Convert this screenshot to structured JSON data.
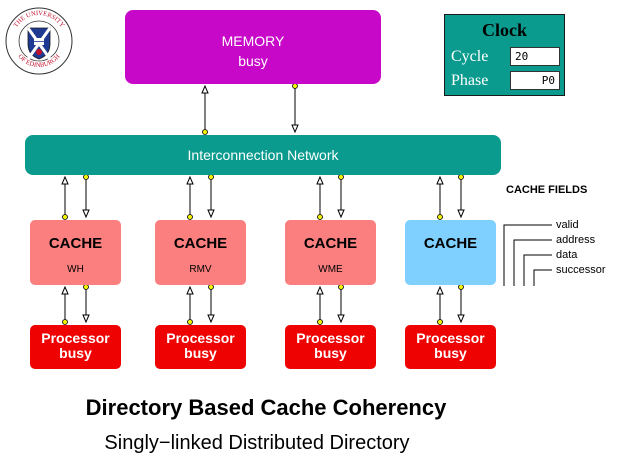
{
  "logo": {
    "name": "university-of-edinburgh-crest",
    "lettering": "THE UNIVERSITY OF EDINBURGH"
  },
  "memory": {
    "title": "MEMORY",
    "status": "busy"
  },
  "clock": {
    "title": "Clock",
    "cycle_label": "Cycle",
    "cycle_value": "20",
    "phase_label": "Phase",
    "phase_value": "P0"
  },
  "network": {
    "label": "Interconnection Network"
  },
  "nodes": [
    {
      "cache_label": "CACHE",
      "cache_state": "WH",
      "processor_label": "Processor",
      "processor_status": "busy"
    },
    {
      "cache_label": "CACHE",
      "cache_state": "RMV",
      "processor_label": "Processor",
      "processor_status": "busy"
    },
    {
      "cache_label": "CACHE",
      "cache_state": "WME",
      "processor_label": "Processor",
      "processor_status": "busy"
    },
    {
      "cache_label": "CACHE",
      "cache_state": "",
      "processor_label": "Processor",
      "processor_status": "busy"
    }
  ],
  "cache_fields": {
    "title": "CACHE FIELDS",
    "items": [
      "valid",
      "address",
      "data",
      "successor"
    ]
  },
  "title": "Directory Based Cache Coherency",
  "subtitle": "Singly−linked Distributed Directory",
  "colors": {
    "memory": "#c808c8",
    "network": "#0a9b8e",
    "cache": "#fb7f7f",
    "cache_idle": "#7fcfff",
    "processor": "#ee0202",
    "wire_dot": "#f2f200"
  }
}
